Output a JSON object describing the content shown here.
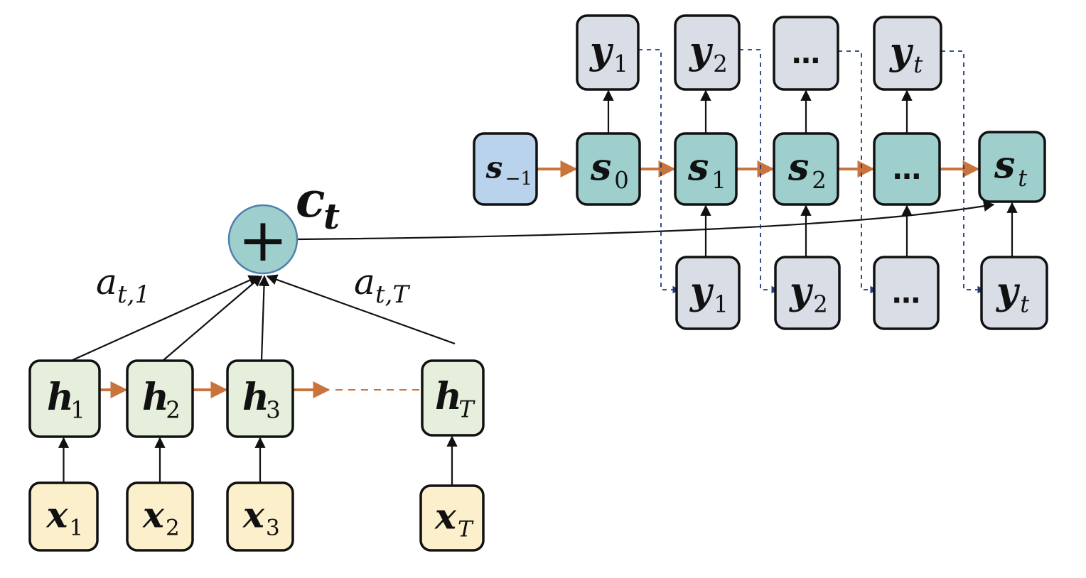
{
  "colors": {
    "input": "#fcefcc",
    "encoder": "#e6efdb",
    "decoder": "#9ecfcc",
    "initial": "#b9d3ec",
    "output": "#d9dde6",
    "combiner": "#9ecfcc",
    "recurrent_arrow": "#c8743c",
    "feedback_line": "#1f3a7a",
    "edge": "#111111"
  },
  "context": {
    "main": "c",
    "sub": "t",
    "symbol": "+"
  },
  "weights": [
    {
      "main": "a",
      "sub": "t,1"
    },
    {
      "main": "a",
      "sub": "t,T"
    }
  ],
  "inputs": [
    {
      "main": "x",
      "sub": "1"
    },
    {
      "main": "x",
      "sub": "2"
    },
    {
      "main": "x",
      "sub": "3"
    },
    {
      "main": "x",
      "sub": "T"
    }
  ],
  "encoder": [
    {
      "main": "h",
      "sub": "1"
    },
    {
      "main": "h",
      "sub": "2"
    },
    {
      "main": "h",
      "sub": "3"
    },
    {
      "main": "h",
      "sub": "T"
    }
  ],
  "decoder_states": [
    {
      "main": "s",
      "sub": "−1"
    },
    {
      "main": "s",
      "sub": "0"
    },
    {
      "main": "s",
      "sub": "1"
    },
    {
      "main": "s",
      "sub": "2"
    },
    {
      "main": "…",
      "sub": ""
    },
    {
      "main": "s",
      "sub": "t"
    }
  ],
  "outputs_top": [
    {
      "main": "y",
      "sub": "1"
    },
    {
      "main": "y",
      "sub": "2"
    },
    {
      "main": "…",
      "sub": ""
    },
    {
      "main": "y",
      "sub": "t"
    }
  ],
  "outputs_bottom": [
    {
      "main": "y",
      "sub": "1"
    },
    {
      "main": "y",
      "sub": "2"
    },
    {
      "main": "…",
      "sub": ""
    },
    {
      "main": "y",
      "sub": "t"
    }
  ]
}
